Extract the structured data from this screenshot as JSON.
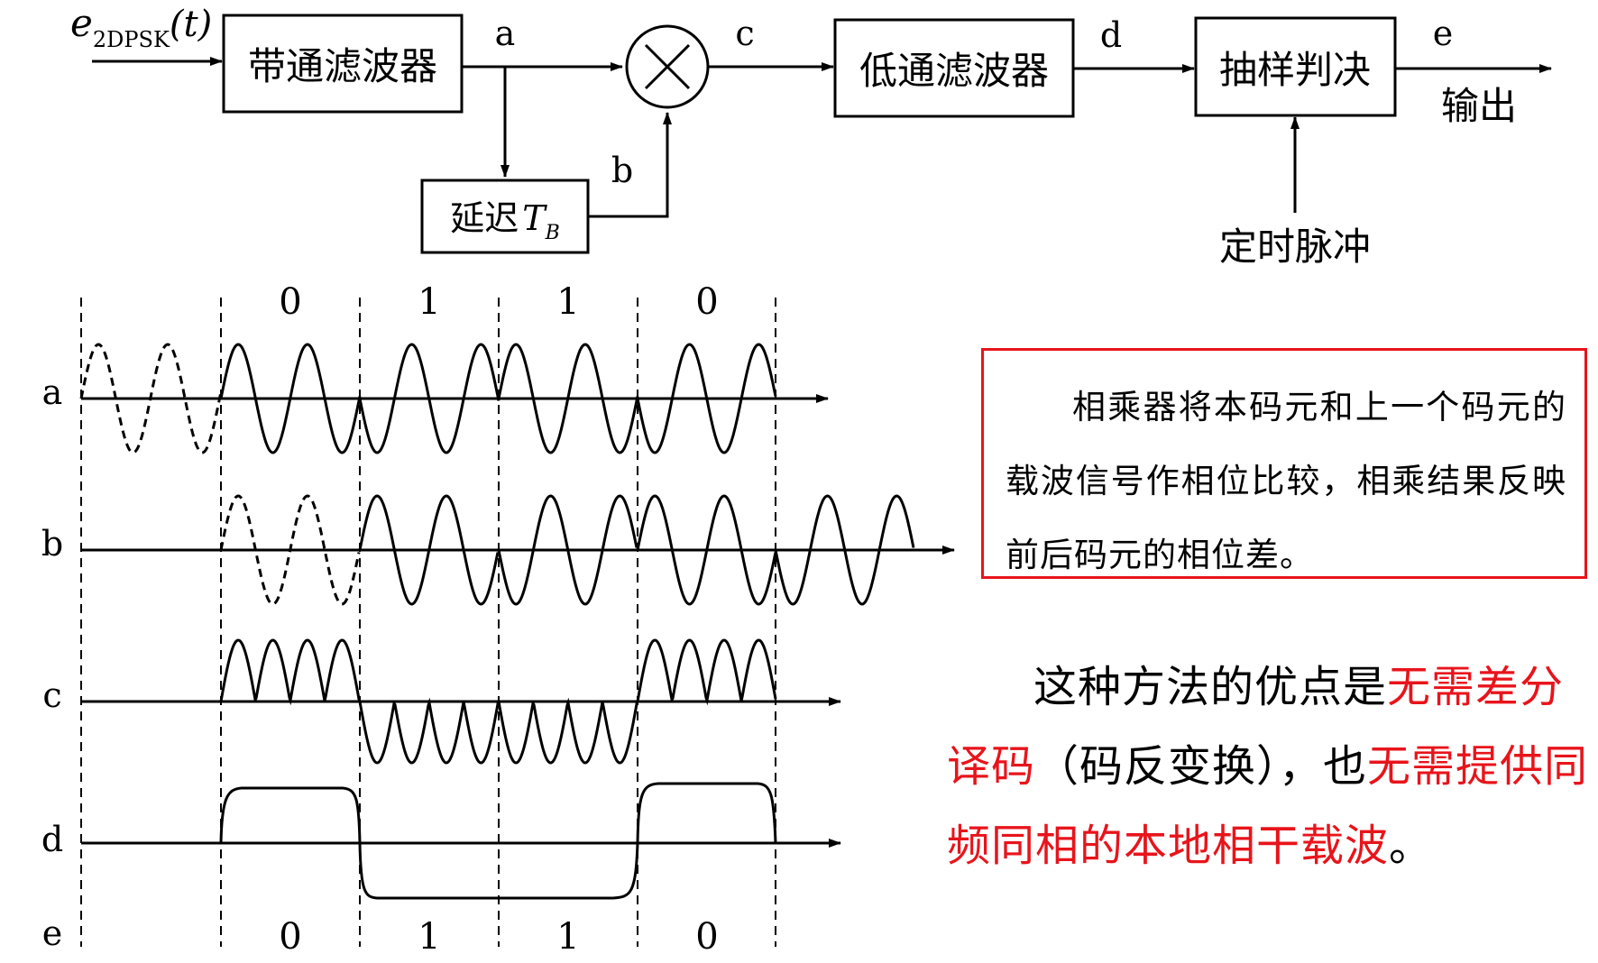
{
  "blocks": {
    "input_signal": "e",
    "input_signal_sub": "2DPSK",
    "input_signal_arg": "(t)",
    "bandpass": "带通滤波器",
    "lowpass": "低通滤波器",
    "sampler": "抽样判决",
    "delay": "延迟",
    "delay_var": "T",
    "delay_sub": "B",
    "clock": "定时脉冲",
    "output": "输出"
  },
  "node_labels": {
    "a": "a",
    "b": "b",
    "c": "c",
    "d": "d",
    "e": "e"
  },
  "waveforms": {
    "rows": [
      "a",
      "b",
      "c",
      "d",
      "e"
    ],
    "bits_top": [
      "0",
      "1",
      "1",
      "0"
    ],
    "bits_bottom": [
      "0",
      "1",
      "1",
      "0"
    ]
  },
  "note_box": "相乘器将本码元和上一个码元的载波信号作相位比较，相乘结果反映前后码元的相位差。",
  "note2": {
    "p1": "这种方法的优点是",
    "r1": "无需差分译码",
    "p2": "（码反变换），也",
    "r2": "无需提供同频同相的本地相干载波",
    "p3": "。"
  },
  "colors": {
    "accent_red": "#e8141b",
    "line": "#000000"
  }
}
